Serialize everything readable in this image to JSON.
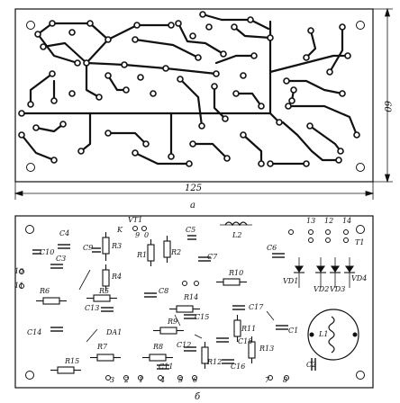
{
  "figure_a": {
    "label": "a",
    "dimension_width": "125",
    "dimension_height": "60"
  },
  "figure_b": {
    "label": "б",
    "components": [
      "C4",
      "C10",
      "C3",
      "C9",
      "VT1",
      "R3",
      "R1",
      "R2",
      "C5",
      "L2",
      "C7",
      "C6",
      "R4",
      "R10",
      "C8",
      "R5",
      "C13",
      "R6",
      "R14",
      "C17",
      "C15",
      "R11",
      "C1",
      "R9",
      "C18",
      "R13",
      "C12",
      "R12",
      "C16",
      "DA1",
      "R7",
      "R8",
      "C11",
      "R15",
      "C14",
      "L1",
      "C2",
      "T1",
      "VD1",
      "VD2",
      "VD3",
      "VD4",
      "K"
    ],
    "pins": [
      "13",
      "12",
      "14",
      "10",
      "11",
      "3",
      "2",
      "1",
      "4",
      "5",
      "6",
      "7",
      "8",
      "9",
      "0"
    ]
  }
}
